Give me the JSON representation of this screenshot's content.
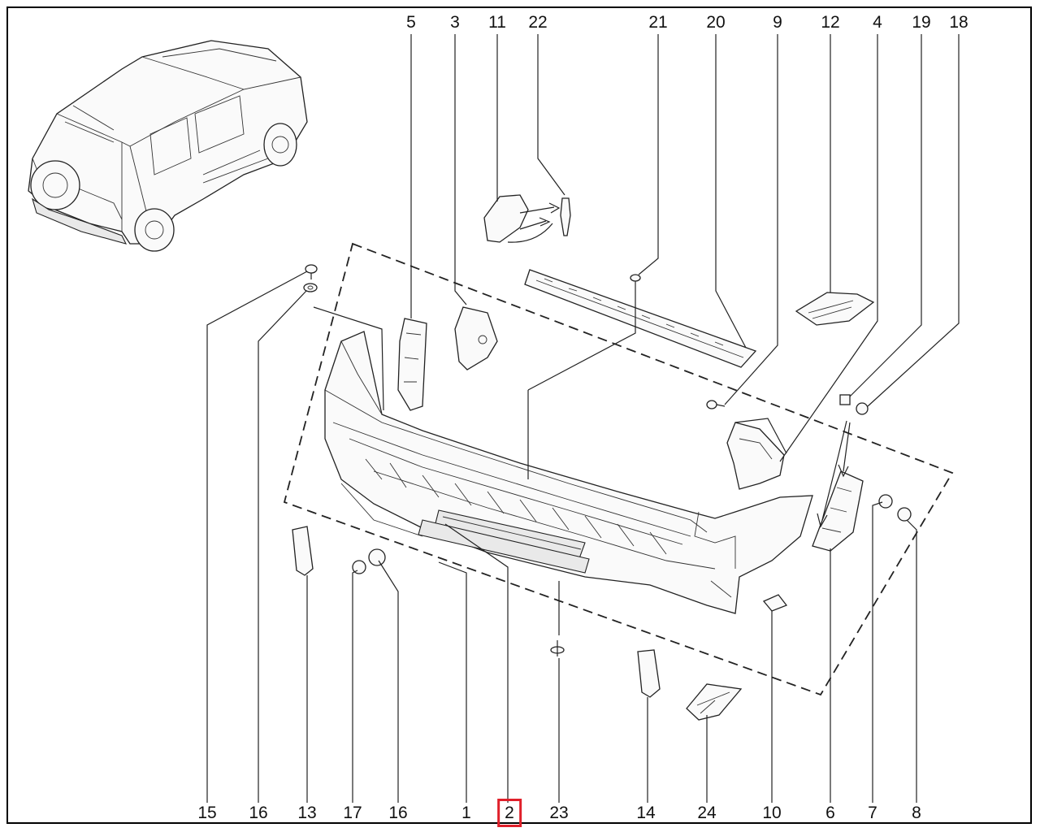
{
  "labels": {
    "top": [
      "5",
      "3",
      "11",
      "22",
      "21",
      "20",
      "9",
      "12",
      "4",
      "19",
      "18"
    ],
    "bottom": [
      "15",
      "16",
      "13",
      "17",
      "16",
      "1",
      "2",
      "23",
      "14",
      "24",
      "10",
      "6",
      "7",
      "8"
    ]
  },
  "highlighted_label": "2",
  "highlight_color": "#e0202a"
}
